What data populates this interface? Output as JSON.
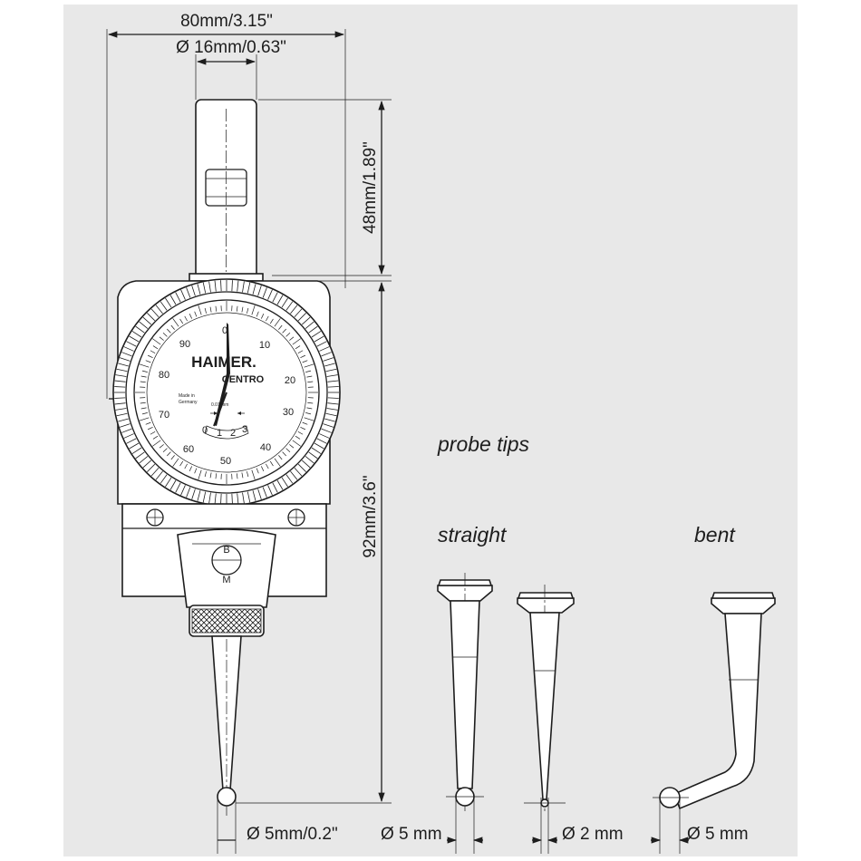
{
  "dimensions": {
    "width_total": "80mm/3.15\"",
    "shank_diameter": "Ø 16mm/0.63\"",
    "shank_height": "48mm/1.89\"",
    "body_height": "92mm/3.6\"",
    "tip_main": "Ø 5mm/0.2\"",
    "tip_straight_5": "Ø 5 mm",
    "tip_straight_2": "Ø 2 mm",
    "tip_bent_5": "Ø 5 mm"
  },
  "labels": {
    "probe_tips": "probe tips",
    "straight": "straight",
    "bent": "bent"
  },
  "dial": {
    "brand": "HAIMER.",
    "model": "CENTRO",
    "made_in_line1": "Made in",
    "made_in_line2": "Germany",
    "resolution": "0.01 mm",
    "outer_numbers": [
      "0",
      "10",
      "20",
      "30",
      "40",
      "50",
      "60",
      "70",
      "80",
      "90"
    ],
    "small_numbers": [
      "0",
      "1",
      "2",
      "3"
    ]
  },
  "body_marks": {
    "upper": "B",
    "lower": "M"
  },
  "colors": {
    "background": "#e8e8e8",
    "line": "#1d1d1d",
    "body_fill": "#ffffff"
  }
}
